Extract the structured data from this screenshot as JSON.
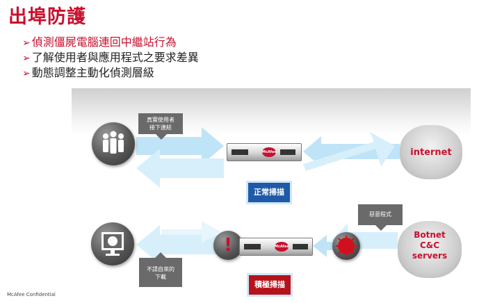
{
  "title": "出埠防護",
  "bullets": [
    {
      "mark": "➢",
      "text": "偵測僵屍電腦連回中繼站行為"
    },
    {
      "mark": "➢",
      "text": "了解使用者與應用程式之要求差異"
    },
    {
      "mark": "➢",
      "text": "動態調整主動化偵測層級"
    }
  ],
  "diagram": {
    "callout_user": "真實使用者\n接下連結",
    "callout_download": "不請自來的\n下載",
    "callout_malware": "惡意程式",
    "label_normal": "正常掃描",
    "label_aggressive": "積極掃描",
    "cloud_internet": "internet",
    "cloud_botnet": "Botnet\nC&C\nservers",
    "alert_mark": "!",
    "server_logo": "McAfee"
  },
  "footer": "McAfee Confidential",
  "colors": {
    "brand_red": "#c8102e",
    "arrow_blue": "#bfe3f7",
    "label_blue": "#1f5aa8",
    "label_red": "#b5121b"
  }
}
